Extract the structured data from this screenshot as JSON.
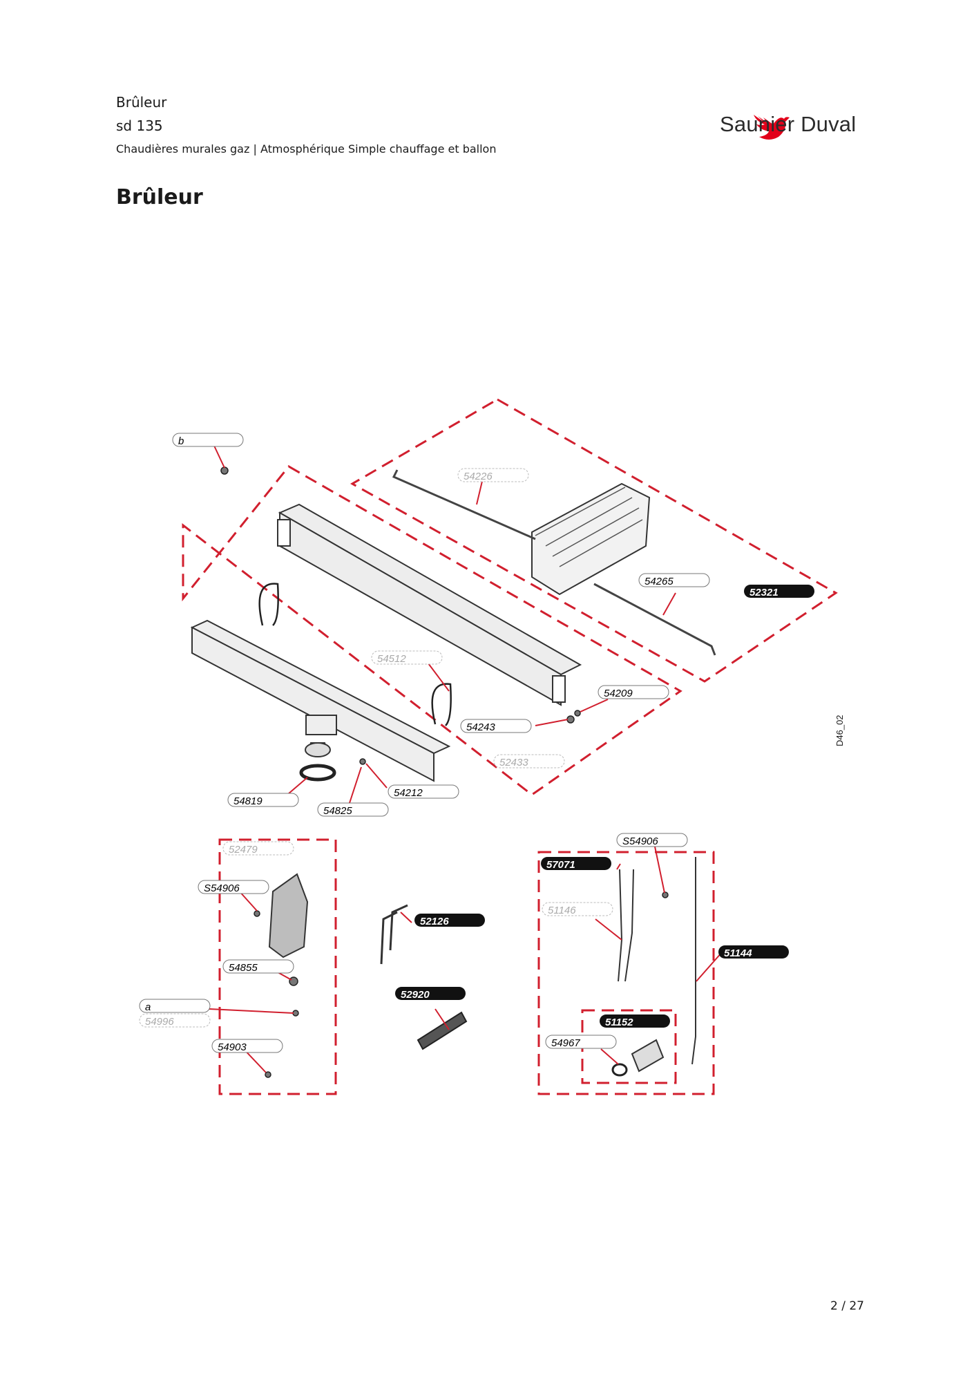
{
  "header": {
    "line1": "Brûleur",
    "line2": "sd 135",
    "line3": "Chaudières murales gaz | Atmosphérique Simple chauffage et ballon"
  },
  "page_title": "Brûleur",
  "brand": {
    "name": "Saunier Duval",
    "logo_icon": "red-bird-logo-icon",
    "accent_color": "#e2001a"
  },
  "diagram": {
    "reference": "D46_02",
    "dashed_color": "#d11f2e",
    "callouts": [
      {
        "id": "b",
        "text": "b",
        "style": "outline"
      },
      {
        "id": "54226",
        "text": "54226",
        "style": "ghost"
      },
      {
        "id": "54265",
        "text": "54265",
        "style": "outline"
      },
      {
        "id": "52321",
        "text": "52321",
        "style": "filled"
      },
      {
        "id": "54512",
        "text": "54512",
        "style": "ghost"
      },
      {
        "id": "54209",
        "text": "54209",
        "style": "outline"
      },
      {
        "id": "54243",
        "text": "54243",
        "style": "outline"
      },
      {
        "id": "52433",
        "text": "52433",
        "style": "ghost"
      },
      {
        "id": "54819",
        "text": "54819",
        "style": "outline"
      },
      {
        "id": "54825",
        "text": "54825",
        "style": "outline"
      },
      {
        "id": "54212",
        "text": "54212",
        "style": "outline"
      },
      {
        "id": "52479",
        "text": "52479",
        "style": "ghost"
      },
      {
        "id": "S54906a",
        "text": "S54906",
        "style": "outline"
      },
      {
        "id": "54855",
        "text": "54855",
        "style": "outline"
      },
      {
        "id": "a",
        "text": "a",
        "style": "outline"
      },
      {
        "id": "54996",
        "text": "54996",
        "style": "ghost"
      },
      {
        "id": "54903",
        "text": "54903",
        "style": "outline"
      },
      {
        "id": "52126",
        "text": "52126",
        "style": "filled"
      },
      {
        "id": "52920",
        "text": "52920",
        "style": "filled"
      },
      {
        "id": "S54906b",
        "text": "S54906",
        "style": "outline"
      },
      {
        "id": "57071",
        "text": "57071",
        "style": "filled"
      },
      {
        "id": "51146",
        "text": "51146",
        "style": "ghost"
      },
      {
        "id": "51144",
        "text": "51144",
        "style": "filled"
      },
      {
        "id": "51152",
        "text": "51152",
        "style": "filled"
      },
      {
        "id": "54967",
        "text": "54967",
        "style": "outline"
      }
    ]
  },
  "footer": {
    "page_number": "2 / 27"
  }
}
